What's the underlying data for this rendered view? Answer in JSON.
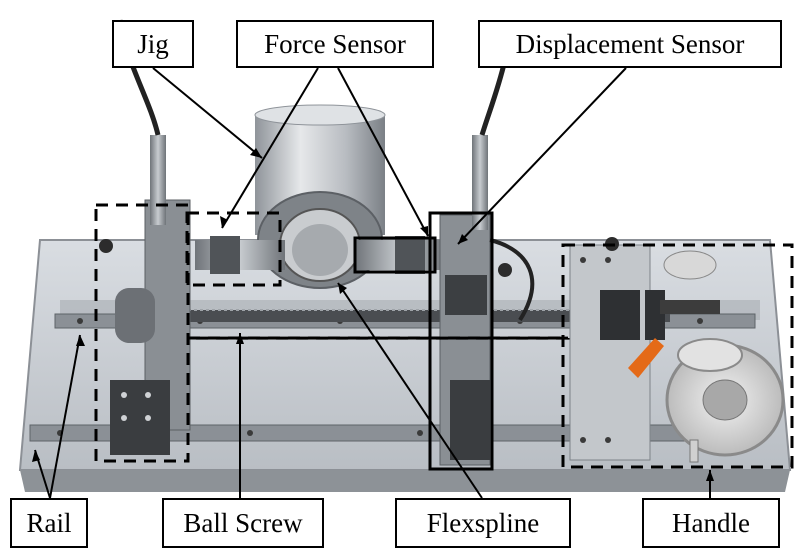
{
  "labels": {
    "jig": "Jig",
    "force_sensor": "Force Sensor",
    "displacement_sensor": "Displacement Sensor",
    "rail": "Rail",
    "ball_screw": "Ball Screw",
    "flexspline": "Flexspline",
    "handle": "Handle"
  },
  "colors": {
    "label_border": "#000000",
    "label_text": "#000000",
    "dashed_box": "#000000",
    "solid_box": "#000000"
  }
}
